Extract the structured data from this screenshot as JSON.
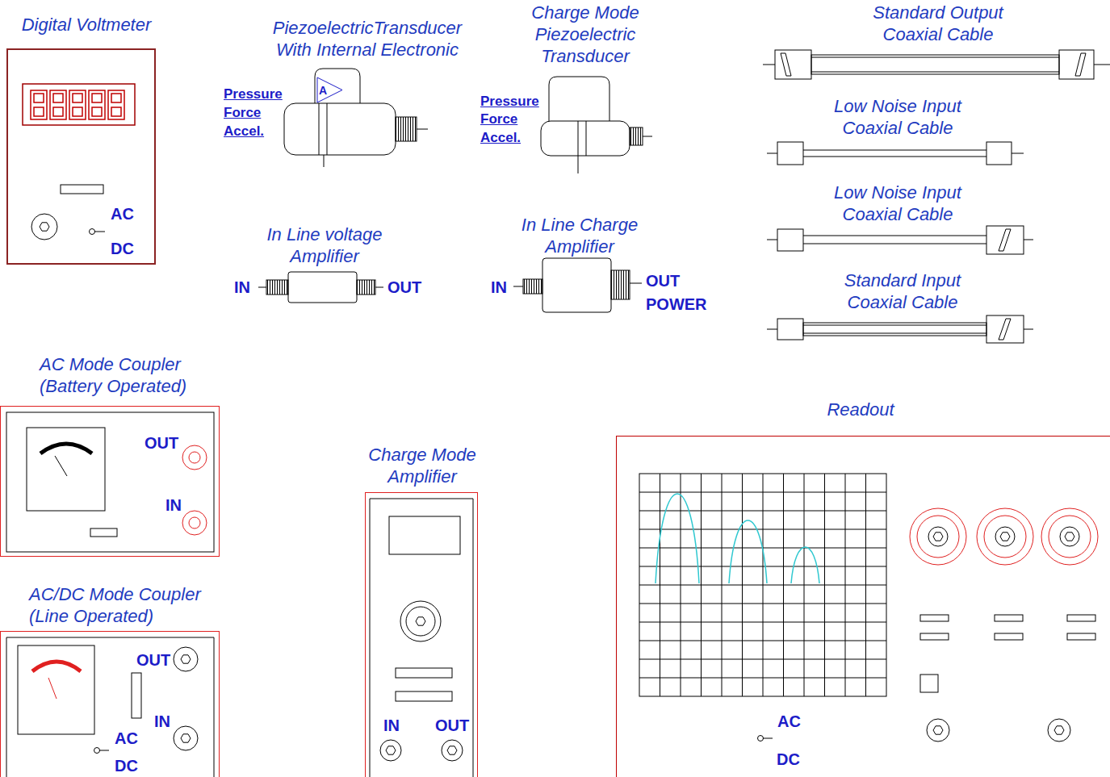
{
  "diagram": {
    "nodes": [
      {
        "text": [
          "Digital Voltmeter",
          "AC",
          "DC"
        ]
      },
      {
        "text": [
          "PiezoelectricTransducer With Internal Electronic",
          "A"
        ]
      },
      {
        "text": [
          "Charge Mode Piezoelectric Transducer"
        ]
      },
      {
        "text": [
          "Standard Output Coaxial Cable"
        ]
      },
      {
        "text": [
          "Low Noise Input Coaxial Cable"
        ]
      },
      {
        "text": [
          "In Line voltage Amplifier"
        ]
      },
      {
        "text": [
          "In Line Charge Amplifier"
        ]
      },
      {
        "text": [
          "Low Noise Input Coaxial Cable"
        ]
      },
      {
        "text": [
          "Standard Input Coaxial Cable"
        ]
      },
      {
        "text": [
          "AC Mode Coupler (Battery Operated)",
          "OUT",
          "IN"
        ]
      },
      {
        "text": [
          "Readout",
          "AC",
          "DC"
        ]
      },
      {
        "text": [
          "Charge Mode Amplifier",
          "IN",
          "OUT"
        ]
      },
      {
        "text": [
          "AC/DC Mode Coupler (Line Operated)",
          "OUT",
          "IN",
          "AC",
          "DC"
        ]
      }
    ],
    "labels": [
      "Pressure",
      "Force",
      "Accel.",
      "Pressure",
      "Force",
      "Accel.",
      "IN",
      "OUT",
      "IN",
      "OUT",
      "POWER"
    ]
  }
}
